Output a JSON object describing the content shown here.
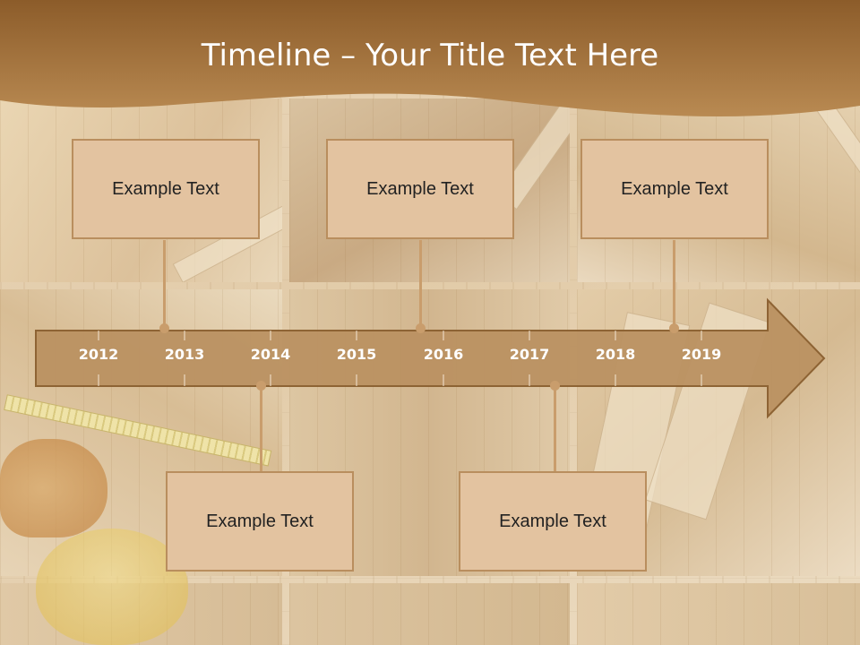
{
  "slide": {
    "title": "Timeline – Your Title Text Here"
  },
  "timeline": {
    "years": [
      "2012",
      "2013",
      "2014",
      "2015",
      "2016",
      "2017",
      "2018",
      "2019"
    ]
  },
  "callouts": [
    {
      "text": "Example Text"
    },
    {
      "text": "Example Text"
    },
    {
      "text": "Example Text"
    },
    {
      "text": "Example Text"
    },
    {
      "text": "Example Text"
    }
  ],
  "colors": {
    "header": "#9b6a33",
    "arrow_fill": "#bb9262",
    "arrow_stroke": "#8a5f2f",
    "callout_fill": "#e3c3a0",
    "callout_border": "#b98e5e",
    "stem": "#c99d6c"
  }
}
